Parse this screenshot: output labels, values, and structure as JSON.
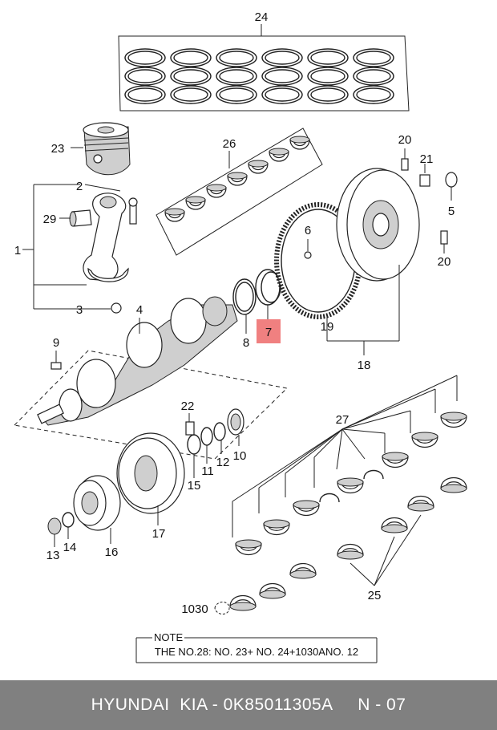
{
  "labels": {
    "l24": "24",
    "l23": "23",
    "l26": "26",
    "l20a": "20",
    "l21": "21",
    "l2": "2",
    "l29": "29",
    "l1": "1",
    "l5": "5",
    "l6": "6",
    "l20b": "20",
    "l3": "3",
    "l4": "4",
    "l7": "7",
    "l8": "8",
    "l19": "19",
    "l9": "9",
    "l18": "18",
    "l22": "22",
    "l27": "27",
    "l11": "11",
    "l12": "12",
    "l10": "10",
    "l15": "15",
    "l17": "17",
    "l13": "13",
    "l14": "14",
    "l16": "16",
    "l25": "25",
    "l1030": "1030"
  },
  "note": {
    "title": "NOTE",
    "text": "THE NO.28: NO. 23+ NO. 24+1030ANO. 12"
  },
  "footer": {
    "text": "HYUNDAI  KIA - 0K85011305A     N - 07"
  },
  "highlight_color": "#f08080"
}
